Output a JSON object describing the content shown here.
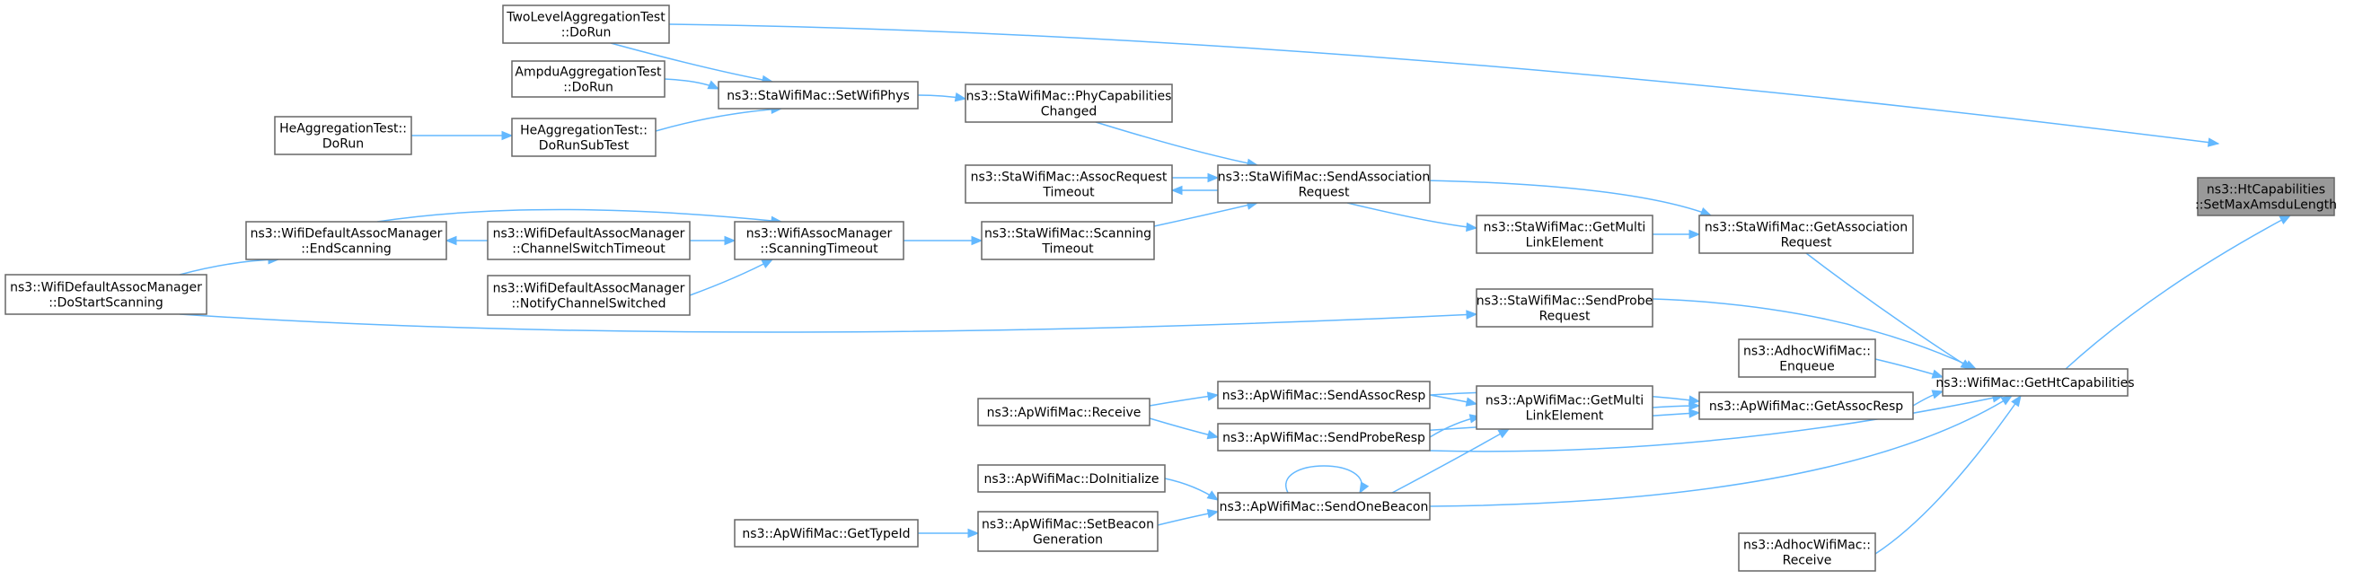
{
  "graph": {
    "title": "Caller graph",
    "edge_color": "#63b8ff",
    "node_border_color": "#666666",
    "root_fill_color": "#999999",
    "nodes": [
      {
        "id": "n0",
        "lines": [
          "ns3::HtCapabilities",
          "::SetMaxAmsduLength"
        ],
        "root": true
      },
      {
        "id": "n1",
        "lines": [
          "TwoLevelAggregationTest",
          "::DoRun"
        ]
      },
      {
        "id": "n2",
        "lines": [
          "ns3::WifiMac::GetHtCapabilities"
        ]
      },
      {
        "id": "n3",
        "lines": [
          "ns3::AdhocWifiMac::",
          "Enqueue"
        ]
      },
      {
        "id": "n4",
        "lines": [
          "ns3::ApWifiMac::GetAssocResp"
        ]
      },
      {
        "id": "n5",
        "lines": [
          "ns3::ApWifiMac::SendAssocResp"
        ]
      },
      {
        "id": "n6",
        "lines": [
          "ns3::ApWifiMac::SendProbeResp"
        ]
      },
      {
        "id": "n7",
        "lines": [
          "ns3::ApWifiMac::Receive"
        ]
      },
      {
        "id": "n8",
        "lines": [
          "ns3::ApWifiMac::GetMulti",
          "LinkElement"
        ]
      },
      {
        "id": "n9",
        "lines": [
          "ns3::ApWifiMac::SendOneBeacon"
        ]
      },
      {
        "id": "n10",
        "lines": [
          "ns3::ApWifiMac::DoInitialize"
        ]
      },
      {
        "id": "n11",
        "lines": [
          "ns3::ApWifiMac::SetBeacon",
          "Generation"
        ]
      },
      {
        "id": "n12",
        "lines": [
          "ns3::ApWifiMac::GetTypeId"
        ]
      },
      {
        "id": "n13",
        "lines": [
          "ns3::AdhocWifiMac::",
          "Receive"
        ]
      },
      {
        "id": "n14",
        "lines": [
          "ns3::StaWifiMac::GetAssociation",
          "Request"
        ]
      },
      {
        "id": "n15",
        "lines": [
          "ns3::StaWifiMac::SendAssociation",
          "Request"
        ]
      },
      {
        "id": "n16",
        "lines": [
          "ns3::StaWifiMac::AssocRequest",
          "Timeout"
        ]
      },
      {
        "id": "n17",
        "lines": [
          "ns3::StaWifiMac::PhyCapabilities",
          "Changed"
        ]
      },
      {
        "id": "n18",
        "lines": [
          "ns3::StaWifiMac::SetWifiPhys"
        ]
      },
      {
        "id": "n19",
        "lines": [
          "AmpduAggregationTest",
          "::DoRun"
        ]
      },
      {
        "id": "n20",
        "lines": [
          "HeAggregationTest::",
          "DoRunSubTest"
        ]
      },
      {
        "id": "n21",
        "lines": [
          "HeAggregationTest::",
          "DoRun"
        ]
      },
      {
        "id": "n22",
        "lines": [
          "ns3::StaWifiMac::Scanning",
          "Timeout"
        ]
      },
      {
        "id": "n23",
        "lines": [
          "ns3::WifiAssocManager",
          "::ScanningTimeout"
        ]
      },
      {
        "id": "n24",
        "lines": [
          "ns3::WifiDefaultAssocManager",
          "::ChannelSwitchTimeout"
        ]
      },
      {
        "id": "n25",
        "lines": [
          "ns3::WifiDefaultAssocManager",
          "::EndScanning"
        ]
      },
      {
        "id": "n26",
        "lines": [
          "ns3::WifiDefaultAssocManager",
          "::DoStartScanning"
        ]
      },
      {
        "id": "n27",
        "lines": [
          "ns3::WifiDefaultAssocManager",
          "::NotifyChannelSwitched"
        ]
      },
      {
        "id": "n28",
        "lines": [
          "ns3::StaWifiMac::GetMulti",
          "LinkElement"
        ]
      },
      {
        "id": "n29",
        "lines": [
          "ns3::StaWifiMac::SendProbe",
          "Request"
        ]
      }
    ],
    "edges": [
      {
        "from": "n1",
        "to": "n0"
      },
      {
        "from": "n2",
        "to": "n0"
      },
      {
        "from": "n3",
        "to": "n2"
      },
      {
        "from": "n4",
        "to": "n2"
      },
      {
        "from": "n5",
        "to": "n4"
      },
      {
        "from": "n7",
        "to": "n5"
      },
      {
        "from": "n6",
        "to": "n4"
      },
      {
        "from": "n7",
        "to": "n6"
      },
      {
        "from": "n8",
        "to": "n4"
      },
      {
        "from": "n5",
        "to": "n8"
      },
      {
        "from": "n6",
        "to": "n8"
      },
      {
        "from": "n9",
        "to": "n8"
      },
      {
        "from": "n9",
        "to": "n9"
      },
      {
        "from": "n10",
        "to": "n9"
      },
      {
        "from": "n11",
        "to": "n9"
      },
      {
        "from": "n12",
        "to": "n11"
      },
      {
        "from": "n6",
        "to": "n2"
      },
      {
        "from": "n9",
        "to": "n2"
      },
      {
        "from": "n13",
        "to": "n2"
      },
      {
        "from": "n14",
        "to": "n2"
      },
      {
        "from": "n15",
        "to": "n14"
      },
      {
        "from": "n15",
        "to": "n16"
      },
      {
        "from": "n16",
        "to": "n15"
      },
      {
        "from": "n17",
        "to": "n15"
      },
      {
        "from": "n18",
        "to": "n17"
      },
      {
        "from": "n1",
        "to": "n18"
      },
      {
        "from": "n19",
        "to": "n18"
      },
      {
        "from": "n20",
        "to": "n18"
      },
      {
        "from": "n21",
        "to": "n20"
      },
      {
        "from": "n22",
        "to": "n15"
      },
      {
        "from": "n23",
        "to": "n22"
      },
      {
        "from": "n24",
        "to": "n23"
      },
      {
        "from": "n25",
        "to": "n23"
      },
      {
        "from": "n24",
        "to": "n25"
      },
      {
        "from": "n26",
        "to": "n25"
      },
      {
        "from": "n27",
        "to": "n23"
      },
      {
        "from": "n28",
        "to": "n14"
      },
      {
        "from": "n15",
        "to": "n28"
      },
      {
        "from": "n29",
        "to": "n2"
      },
      {
        "from": "n26",
        "to": "n29"
      }
    ]
  }
}
